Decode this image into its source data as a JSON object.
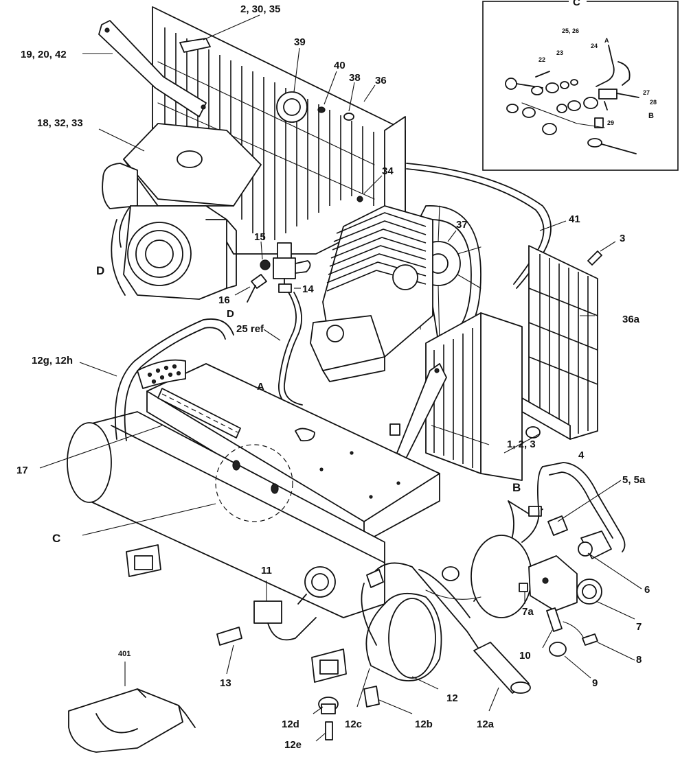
{
  "labels": {
    "p2_30_35": "2, 30, 35",
    "p19_20_42": "19, 20, 42",
    "p39": "39",
    "p40": "40",
    "p38": "38",
    "p36": "36",
    "p18_32_33": "18, 32, 33",
    "p34": "34",
    "p41": "41",
    "p3": "3",
    "p15": "15",
    "p37": "37",
    "p14": "14",
    "p16": "16",
    "pD_left": "D",
    "pD_small": "D",
    "p25ref": "25 ref",
    "p36a": "36a",
    "p12g_12h": "12g, 12h",
    "pA_main": "A",
    "p17": "17",
    "p1_2_3": "1, 2, 3",
    "p4": "4",
    "pC_main": "C",
    "pB_main": "B",
    "p5_5a": "5, 5a",
    "p6": "6",
    "p11": "11",
    "p7": "7",
    "p7a": "7a",
    "p10": "10",
    "p8": "8",
    "p9": "9",
    "p13": "13",
    "p12": "12",
    "p401": "401",
    "p12d": "12d",
    "p12c": "12c",
    "p12b": "12b",
    "p12a": "12a",
    "p12e": "12e"
  },
  "inset": {
    "title": "C",
    "p25_26": "25, 26",
    "pA": "A",
    "p24": "24",
    "p22": "22",
    "p23": "23",
    "p27": "27",
    "p28": "28",
    "pB": "B",
    "p29": "29"
  }
}
